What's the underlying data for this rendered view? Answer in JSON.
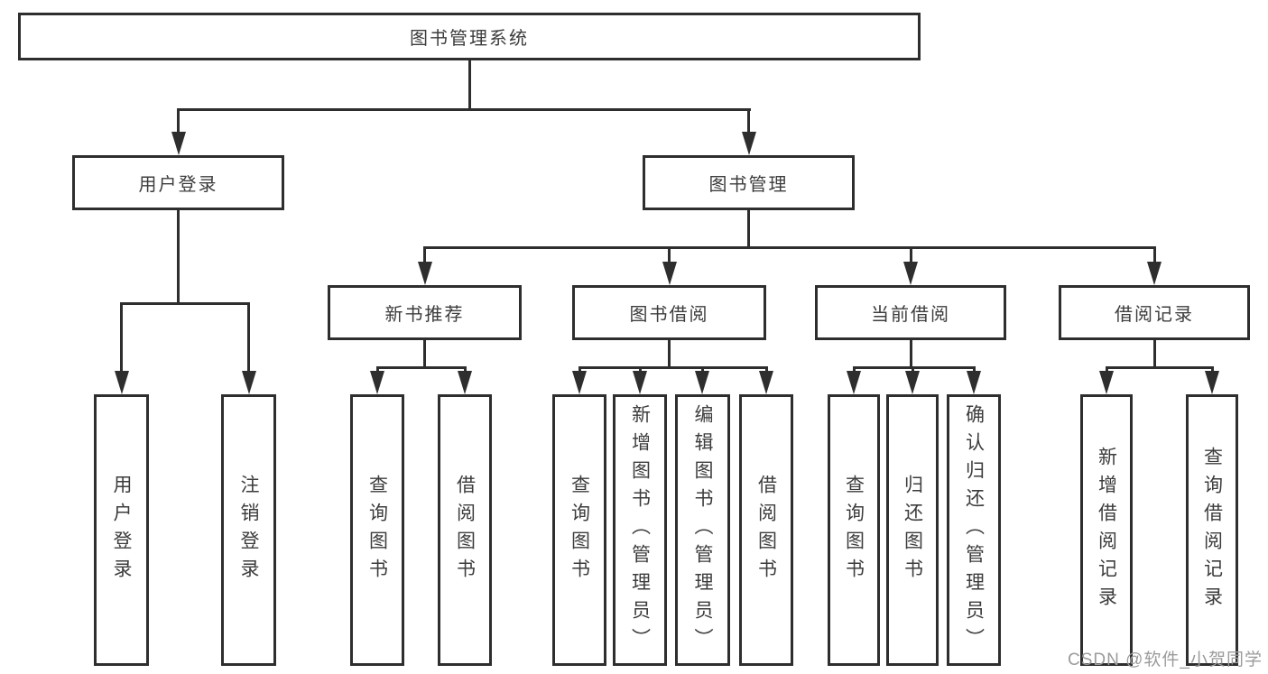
{
  "diagram": {
    "type": "hierarchy-tree",
    "line_color": "#2e2e2e",
    "text_color": "#3c3c3c",
    "background": "#ffffff",
    "tree": {
      "label": "图书管理系统",
      "children": [
        {
          "label": "用户登录",
          "children": [
            {
              "label": "用户登录"
            },
            {
              "label": "注销登录"
            }
          ]
        },
        {
          "label": "图书管理",
          "children": [
            {
              "label": "新书推荐",
              "children": [
                {
                  "label": "查询图书"
                },
                {
                  "label": "借阅图书"
                }
              ]
            },
            {
              "label": "图书借阅",
              "children": [
                {
                  "label": "查询图书"
                },
                {
                  "label": "新增图书（管理员）"
                },
                {
                  "label": "编辑图书（管理员）"
                },
                {
                  "label": "借阅图书"
                }
              ]
            },
            {
              "label": "当前借阅",
              "children": [
                {
                  "label": "查询图书"
                },
                {
                  "label": "归还图书"
                },
                {
                  "label": "确认归还（管理员）"
                }
              ]
            },
            {
              "label": "借阅记录",
              "children": [
                {
                  "label": "新增借阅记录"
                },
                {
                  "label": "查询借阅记录"
                }
              ]
            }
          ]
        }
      ]
    }
  },
  "watermark": {
    "text": "CSDN @软件_小贺同学",
    "color": "#9b9b9b"
  }
}
